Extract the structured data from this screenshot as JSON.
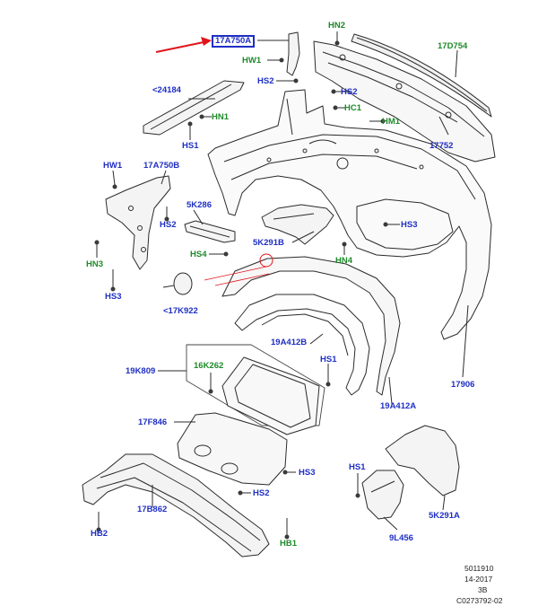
{
  "labels": {
    "p17A750A": "17A750A",
    "p17D754": "17D754",
    "HN2": "HN2",
    "HW1_top": "HW1",
    "HS2_top": "HS2",
    "HS2_mid": "HS2",
    "HC1": "HC1",
    "HM1": "HM1",
    "p24184": "<24184",
    "HN1": "HN1",
    "HS1_left": "HS1",
    "p17752": "17752",
    "HW1_left": "HW1",
    "p17A750B": "17A750B",
    "p5K286": "5K286",
    "HS2_left": "HS2",
    "HS3_right": "HS3",
    "HS4": "HS4",
    "p5K291B": "5K291B",
    "HN4": "HN4",
    "HN3": "HN3",
    "HS3_left": "HS3",
    "p17K922": "<17K922",
    "p19A412B": "19A412B",
    "HS1_mid": "HS1",
    "p17906": "17906",
    "p19K809": "19K809",
    "p16K262": "16K262",
    "p19A412A": "19A412A",
    "p17F846": "17F846",
    "HS3_bottom": "HS3",
    "HS2_bottom": "HS2",
    "HS1_bottom": "HS1",
    "p17B862": "17B862",
    "p5K291A": "5K291A",
    "HB2": "HB2",
    "HB1": "HB1",
    "p9L456": "9L456"
  },
  "footer": {
    "line1": "5011910",
    "line2": "14-2017",
    "line3": "3B",
    "line4": "C0273792-02"
  },
  "colors": {
    "label_blue": "#1f2fc4",
    "label_green": "#1e8a2a",
    "arrow_red": "#e0151b",
    "line_art": "#2b2b2b"
  }
}
